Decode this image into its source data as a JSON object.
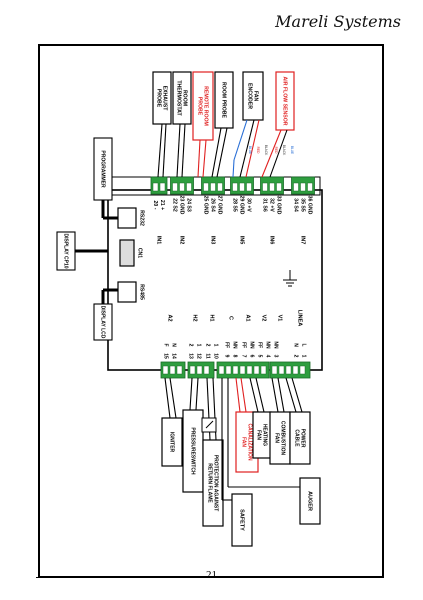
{
  "brand": "Mareli Systems",
  "page_number": "21",
  "colors": {
    "terminal": "#2e9e3f",
    "red": "#e02020",
    "blue": "#2a6fd6",
    "black": "#000000"
  },
  "top_devices": [
    {
      "label": "EXHAUST PROBE",
      "lines": [
        "EXHAUST",
        "PROBE"
      ]
    },
    {
      "label": "ROOM THERMOSTAT",
      "lines": [
        "ROOM",
        "THERMOSTAT"
      ]
    },
    {
      "label": "REMOTE ROOM PROBE",
      "lines": [
        "REMOTE ROOM",
        "PROBE"
      ]
    },
    {
      "label": "ROOM PROBE",
      "lines": [
        "ROOM PROBE"
      ]
    },
    {
      "label": "FAN ENCODER",
      "lines": [
        "FAN",
        "ENCODER"
      ]
    },
    {
      "label": "AIR FLOW SENSOR",
      "lines": [
        "AIR FLOW SENSOR"
      ]
    }
  ],
  "upper_connectors": [
    {
      "pins": [
        "20",
        "21"
      ],
      "signals": [
        "-",
        "+"
      ],
      "name": "IN1"
    },
    {
      "pins": [
        "22",
        "23",
        "24"
      ],
      "signals": [
        "S2",
        "GND",
        "S3"
      ],
      "name": "IN2"
    },
    {
      "pins": [
        "25",
        "26",
        "27"
      ],
      "signals": [
        "GND",
        "S4",
        "GND"
      ],
      "name": "IN3"
    },
    {
      "pins": [
        "28",
        "29",
        "30"
      ],
      "signals": [
        "S5",
        "GND",
        "+V"
      ],
      "name": "IN5"
    },
    {
      "pins": [
        "31",
        "32",
        "33"
      ],
      "signals": [
        "S6",
        "+V",
        "GND"
      ],
      "name": "IN6"
    },
    {
      "pins": [
        "34",
        "35",
        "36"
      ],
      "signals": [
        "S4",
        "S5",
        "GND"
      ],
      "name": "IN7"
    }
  ],
  "upper_wire_tags": [
    "BLUE",
    "RED",
    "BLACK",
    "RED",
    "BLACK",
    "BLUE"
  ],
  "left_devices": [
    {
      "label": "PROGRAMMER"
    },
    {
      "label": "DISPLAY LCD"
    },
    {
      "label": "DISPLAY CP10"
    }
  ],
  "ports": [
    {
      "label": "RS232"
    },
    {
      "label": "CN1"
    },
    {
      "label": "RS485"
    }
  ],
  "lower_connectors": [
    {
      "name": "A2",
      "pins": [
        "15",
        "14"
      ],
      "signals": [
        "F",
        "N"
      ]
    },
    {
      "name": "H2",
      "pins": [
        "13",
        "12"
      ],
      "signals": [
        "2",
        "1"
      ]
    },
    {
      "name": "H1",
      "pins": [
        "11",
        "10"
      ],
      "signals": [
        "2",
        "1"
      ]
    },
    {
      "name": "C",
      "pins": [
        "9",
        "8"
      ],
      "signals": [
        "FF",
        "NN"
      ]
    },
    {
      "name": "A1",
      "pins": [
        "7",
        "6"
      ],
      "signals": [
        "FF",
        "NN"
      ]
    },
    {
      "name": "V2",
      "pins": [
        "5",
        "4"
      ],
      "signals": [
        "FF",
        "NN"
      ]
    },
    {
      "name": "V1",
      "pins": [
        "3"
      ],
      "signals": [
        "NN"
      ]
    },
    {
      "name": "LINEA",
      "pins": [
        "2",
        "1"
      ],
      "signals": [
        "N",
        "L"
      ]
    }
  ],
  "bottom_devices": [
    {
      "label": "IGNITER",
      "lines": [
        "IGNITER"
      ]
    },
    {
      "label": "PRESSURESWITCH",
      "lines": [
        "PRESSURESWITCH"
      ]
    },
    {
      "label": "PROTECTION AGAINST RETURN FLAME",
      "lines": [
        "PROTECTION AGAINST",
        "RETURN FLAME"
      ]
    },
    {
      "label": "CANALIZATION FAN",
      "lines": [
        "CANALIZATION",
        "FAN"
      ]
    },
    {
      "label": "HEATING FAN",
      "lines": [
        "HEATING",
        "FAN"
      ]
    },
    {
      "label": "COMBUSTION FAN",
      "lines": [
        "COMBUSTION",
        "FAN"
      ]
    },
    {
      "label": "POWER CABLE",
      "lines": [
        "POWER",
        "CABLE"
      ]
    }
  ],
  "safety_label": "SAFETY",
  "auger_label": "AUGER"
}
